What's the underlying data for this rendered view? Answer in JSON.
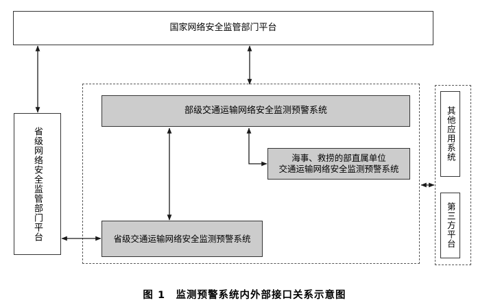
{
  "figure": {
    "caption_label": "图 1",
    "caption_title": "监测预警系统内外部接口关系示意图",
    "caption_full": "图 1　监测预警系统内外部接口关系示意图"
  },
  "colors": {
    "box_fill_gray": "#cccccc",
    "box_fill_white": "#ffffff",
    "box_border": "#333333",
    "dashed_border": "#555555",
    "background": "#ffffff",
    "text": "#000000"
  },
  "nodes": {
    "national_platform": {
      "label": "国家网络安全监管部门平台",
      "fill": "white",
      "orientation": "horizontal"
    },
    "provincial_platform": {
      "label": "省级网络安全监管部门平台",
      "fill": "white",
      "orientation": "vertical"
    },
    "ministry_system": {
      "label": "部级交通运输网络安全监测预警系统",
      "fill": "gray",
      "orientation": "horizontal"
    },
    "maritime_system": {
      "label_line1": "海事、救捞的部直属单位",
      "label_line2": "交通运输网络安全监测预警系统",
      "fill": "gray",
      "orientation": "horizontal"
    },
    "provincial_transport_system": {
      "label": "省级交通运输网络安全监测预警系统",
      "fill": "gray",
      "orientation": "horizontal"
    },
    "other_app_system": {
      "label": "其他应用系统",
      "fill": "white",
      "orientation": "vertical"
    },
    "third_party_platform": {
      "label": "第三方平台",
      "fill": "white",
      "orientation": "vertical"
    }
  },
  "containers": {
    "main_system_boundary": {
      "label": "",
      "style": "dashed"
    },
    "external_systems_boundary": {
      "label": "",
      "style": "dashed"
    }
  },
  "connectors": [
    {
      "name": "national-to-provincial-platform",
      "from": "national_platform",
      "to": "provincial_platform",
      "direction": "bidirectional",
      "shape": "vertical"
    },
    {
      "name": "national-to-ministry-system",
      "from": "national_platform",
      "to": "ministry_system",
      "direction": "bidirectional",
      "shape": "vertical"
    },
    {
      "name": "ministry-to-provincial-transport-system",
      "from": "ministry_system",
      "to": "provincial_transport_system",
      "direction": "bidirectional",
      "shape": "vertical"
    },
    {
      "name": "ministry-to-maritime-system",
      "from": "ministry_system",
      "to": "maritime_system",
      "direction": "bidirectional",
      "shape": "elbow"
    },
    {
      "name": "provincial-platform-to-provincial-transport-system",
      "from": "provincial_platform",
      "to": "provincial_transport_system",
      "direction": "bidirectional",
      "shape": "horizontal"
    },
    {
      "name": "main-boundary-to-external-boundary",
      "from": "main_system_boundary",
      "to": "external_systems_boundary",
      "direction": "bidirectional",
      "shape": "horizontal"
    }
  ]
}
